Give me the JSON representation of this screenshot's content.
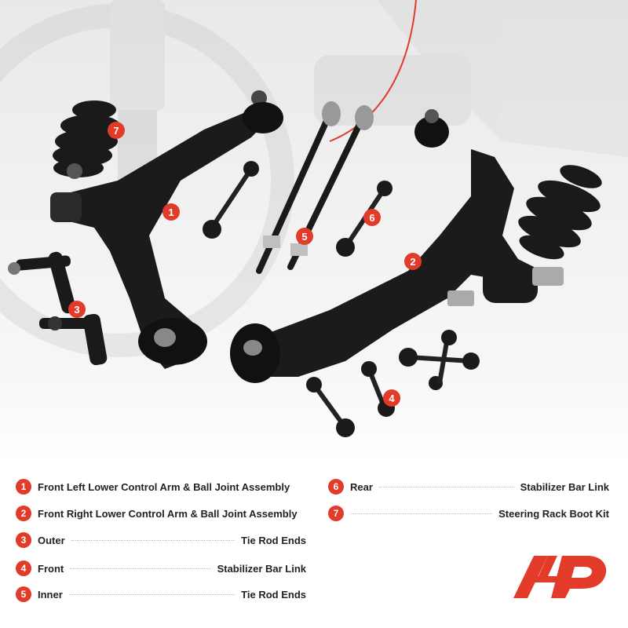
{
  "colors": {
    "accent": "#e23b2a",
    "part": "#1a1a1a",
    "text": "#222222"
  },
  "badges": [
    {
      "num": "1"
    },
    {
      "num": "2"
    },
    {
      "num": "3"
    },
    {
      "num": "4"
    },
    {
      "num": "5"
    },
    {
      "num": "6"
    },
    {
      "num": "7"
    }
  ],
  "legend": [
    {
      "num": "1",
      "pre": "Front Left Lower  Control Arm & Ball Joint Assembly",
      "post": ""
    },
    {
      "num": "2",
      "pre": "Front Right Lower  Control Arm & Ball Joint Assembly",
      "post": ""
    },
    {
      "num": "3",
      "pre": "Outer",
      "post": "Tie Rod Ends"
    },
    {
      "num": "4",
      "pre": "Front",
      "post": "Stabilizer Bar Link"
    },
    {
      "num": "5",
      "pre": "Inner",
      "post": "Tie Rod Ends"
    },
    {
      "num": "6",
      "pre": "Rear",
      "post": "Stabilizer Bar Link"
    },
    {
      "num": "7",
      "pre": "",
      "post": "Steering Rack Boot Kit"
    }
  ],
  "logo": {
    "icon": "brand-logo-icon"
  }
}
